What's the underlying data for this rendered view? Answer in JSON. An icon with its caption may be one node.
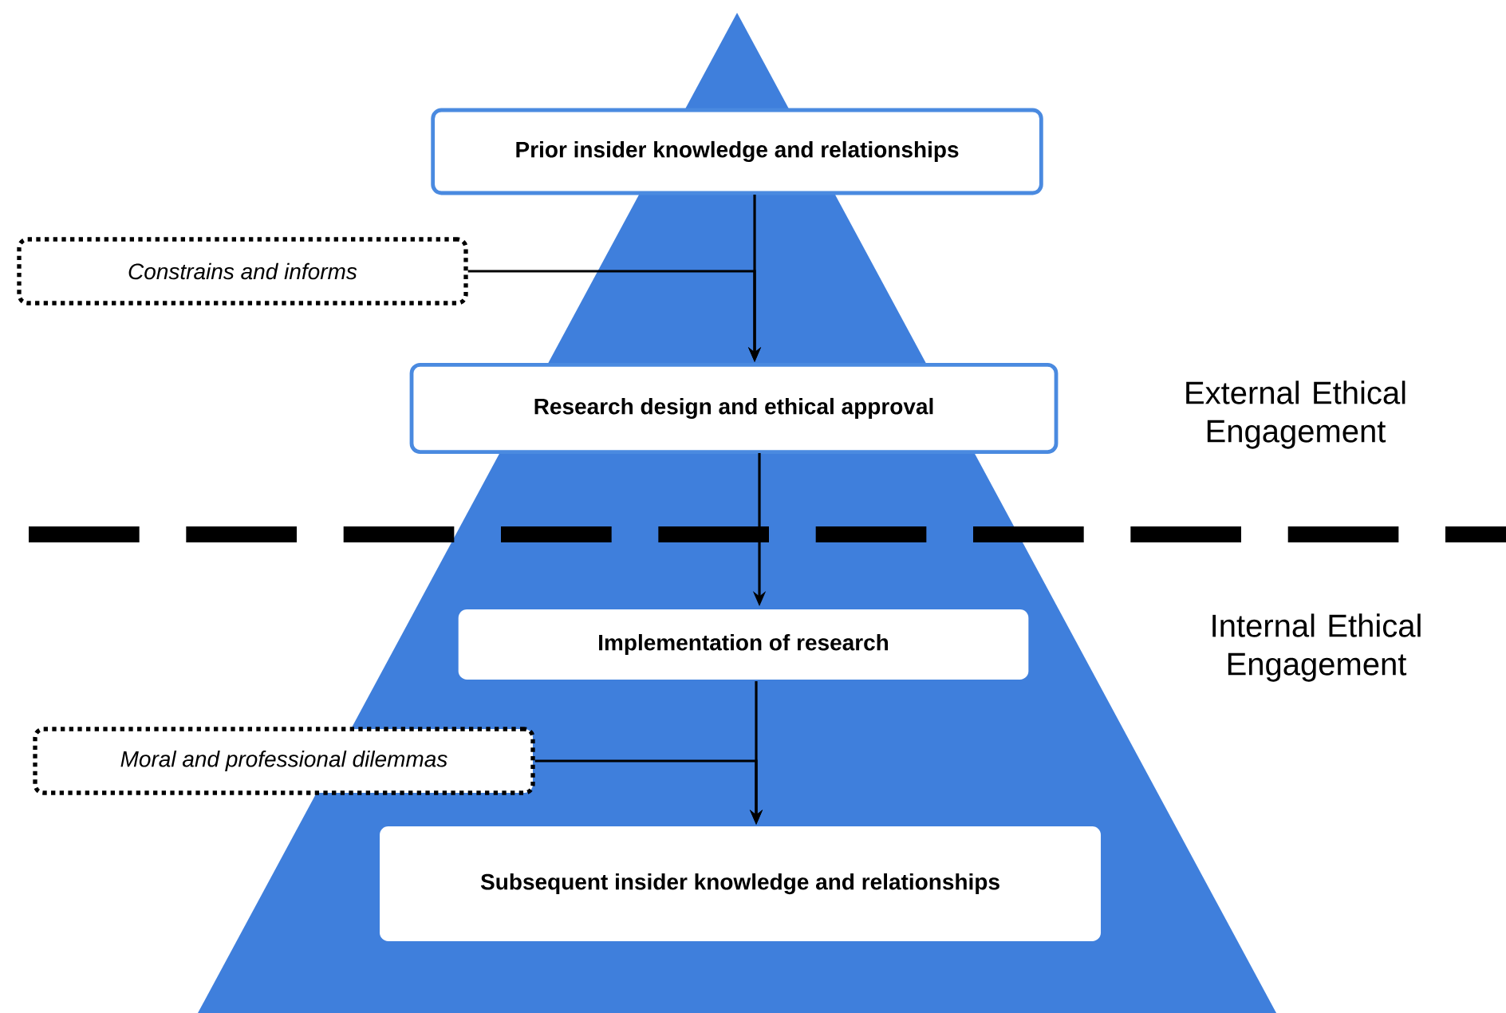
{
  "diagram": {
    "nodes": [
      {
        "text": [
          "Prior insider knowledge and relationships"
        ]
      },
      {
        "text": [
          "Constrains and informs"
        ]
      },
      {
        "text": [
          "Research design and ethical approval"
        ]
      },
      {
        "text": [
          "Implementation of research"
        ]
      },
      {
        "text": [
          "Moral and professional dilemmas"
        ]
      },
      {
        "text": [
          "Subsequent insider knowledge and relationships"
        ]
      }
    ],
    "edges": [
      {
        "from": 0,
        "to": 2,
        "arrow": "to"
      },
      {
        "from": 1,
        "to": 2,
        "arrow": "to"
      },
      {
        "from": 2,
        "to": 3,
        "arrow": "to"
      },
      {
        "from": 3,
        "to": 5,
        "arrow": "to"
      },
      {
        "from": 4,
        "to": 5,
        "arrow": "to"
      }
    ],
    "labels": [
      "External Ethical Engagement",
      "Internal Ethical Engagement"
    ]
  }
}
